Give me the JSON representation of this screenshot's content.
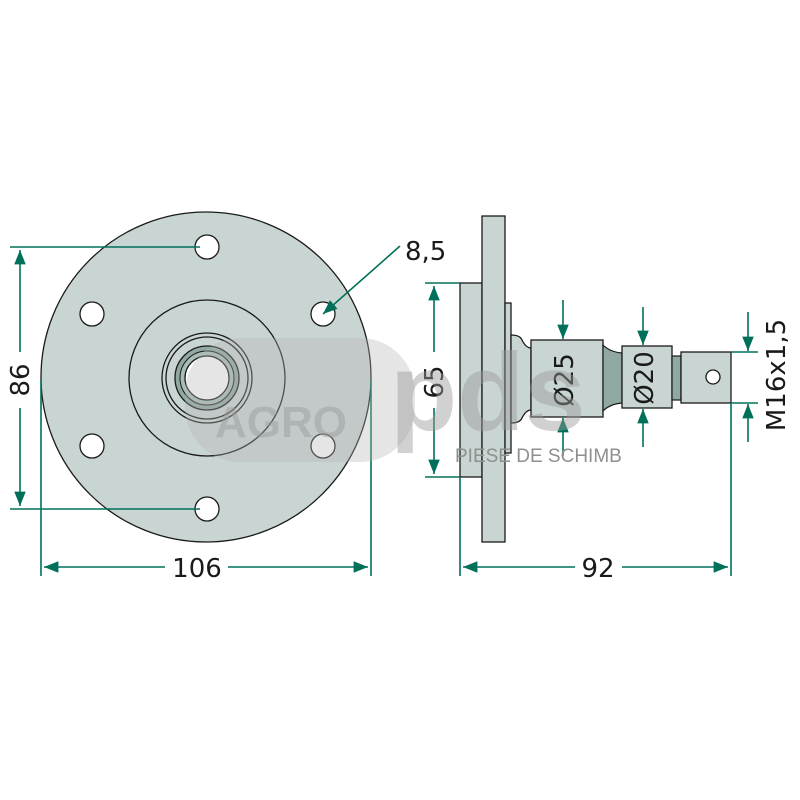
{
  "drawing": {
    "front_view": {
      "height_label": "86",
      "width_label": "106",
      "hole_label": "8,5"
    },
    "side_view": {
      "hub_label": "65",
      "shaft_diameter_1_label": "Ø25",
      "shaft_diameter_2_label": "Ø20",
      "thread_label": "M16x1,5",
      "length_label": "92"
    },
    "watermark": {
      "brand_left": "AGRO",
      "brand_right": "pds",
      "tagline": "PIESE DE SCHIMB"
    },
    "colors": {
      "part": "#c9d5d3",
      "dimension": "#00705a"
    }
  }
}
